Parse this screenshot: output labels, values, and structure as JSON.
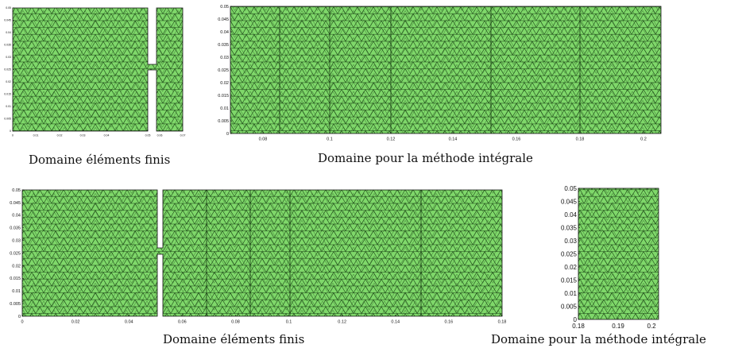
{
  "colors": {
    "mesh_fill": "#7fd86a",
    "mesh_line": "#143a10",
    "axis": "#111111"
  },
  "panels": [
    {
      "id": "p1",
      "caption": "Domaine éléments finis",
      "y_ticks": [
        "0.05",
        "0.045",
        "0.04",
        "0.035",
        "0.03",
        "0.025",
        "0.02",
        "0.015",
        "0.01",
        "0.005",
        "0"
      ],
      "x_ticks": [
        "0",
        "0.01",
        "0.02",
        "0.03",
        "0.04",
        "0.05",
        "0.06",
        "0.07"
      ]
    },
    {
      "id": "p2",
      "caption": "Domaine pour la méthode intégrale",
      "y_ticks": [
        "0.05",
        "0.045",
        "0.04",
        "0.035",
        "0.03",
        "0.025",
        "0.02",
        "0.015",
        "0.01",
        "0.005",
        "0"
      ],
      "x_ticks": [
        "0.08",
        "0.1",
        "0.12",
        "0.14",
        "0.16",
        "0.18",
        "0.2"
      ]
    },
    {
      "id": "p3",
      "caption": "Domaine éléments finis",
      "y_ticks": [
        "0.05",
        "0.045",
        "0.04",
        "0.035",
        "0.03",
        "0.025",
        "0.02",
        "0.015",
        "0.01",
        "0.005",
        "0"
      ],
      "x_ticks": [
        "0",
        "0.02",
        "0.04",
        "0.06",
        "0.08",
        "0.1",
        "0.12",
        "0.14",
        "0.16",
        "0.18"
      ]
    },
    {
      "id": "p4",
      "caption": "Domaine pour la méthode intégrale",
      "y_ticks": [
        "0.05",
        "0.045",
        "0.04",
        "0.035",
        "0.03",
        "0.025",
        "0.02",
        "0.015",
        "0.01",
        "0.005",
        "0"
      ],
      "x_ticks": [
        "0.18",
        "0.19",
        "0.2"
      ]
    }
  ]
}
